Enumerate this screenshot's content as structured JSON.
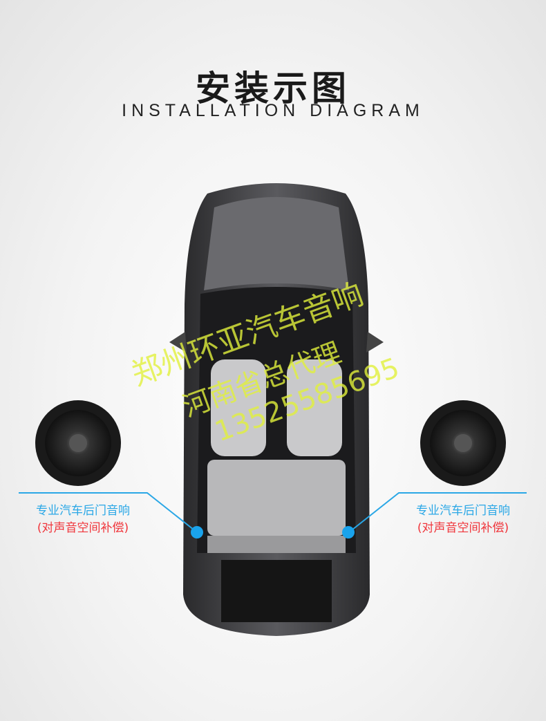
{
  "header": {
    "title": "安装示图",
    "subtitle": "INSTALLATION DIAGRAM"
  },
  "callouts": [
    {
      "line1": "专业汽车后门音响",
      "line2": "(对声音空间补偿)"
    },
    {
      "line1": "专业汽车后门音响",
      "line2": "(对声音空间补偿)"
    }
  ],
  "watermark": {
    "line1": "郑州环亚汽车音响",
    "line2": "河南省总代理",
    "line3": "13525585695"
  },
  "colors": {
    "accent": "#2aa7e6",
    "note": "#f0353b",
    "watermark": "#e1f03c"
  }
}
